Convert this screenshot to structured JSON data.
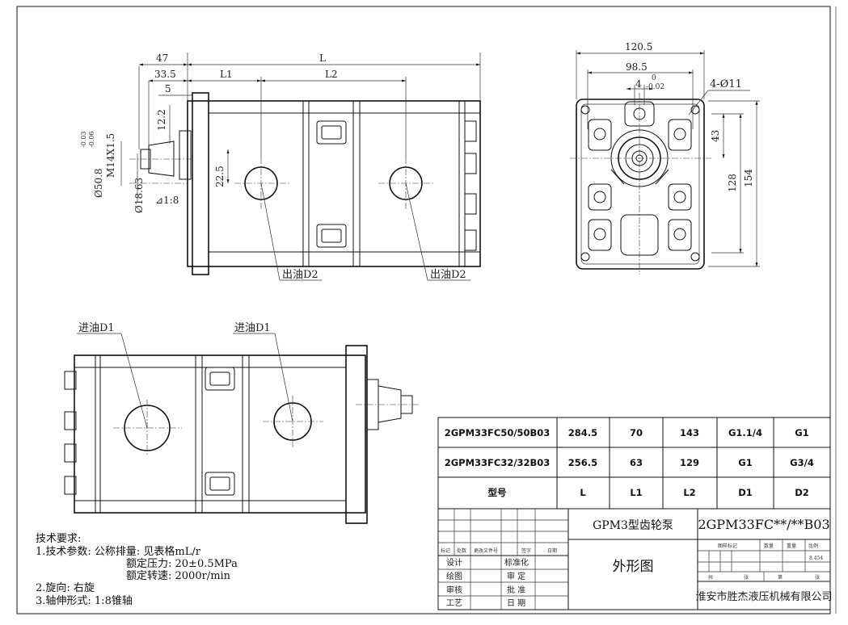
{
  "front_view": {
    "dim_top_47": "47",
    "dim_top_L": "L",
    "dim_33_5": "33.5",
    "dim_5": "5",
    "dim_L1": "L1",
    "dim_L2": "L2",
    "dim_12_2": "12.2",
    "dim_tol_upper": "-0.03",
    "dim_tol_lower": "-0.06",
    "dim_M14": "M14X1.5",
    "dim_phi50": "Ø50.8",
    "dim_phi18": "Ø18.63",
    "dim_taper": "⊿1:8",
    "dim_22_5": "22.5",
    "outlet_label_1": "出油D2",
    "outlet_label_2": "出油D2"
  },
  "side_view": {
    "dim_120_5": "120.5",
    "dim_98_5": "98.5",
    "dim_4": "4",
    "tol_upper": "0",
    "tol_lower": "-0.02",
    "dim_holes": "4-Ø11",
    "dim_43": "43",
    "dim_128": "128",
    "dim_154": "154"
  },
  "bottom_view": {
    "inlet_label_1": "进油D1",
    "inlet_label_2": "进油D1"
  },
  "spec_table": {
    "rows": [
      [
        "2GPM33FC50/50B03",
        "284.5",
        "70",
        "143",
        "G1.1/4",
        "G1"
      ],
      [
        "2GPM33FC32/32B03",
        "256.5",
        "63",
        "129",
        "G1",
        "G3/4"
      ],
      [
        "型号",
        "L",
        "L1",
        "L2",
        "D1",
        "D2"
      ]
    ]
  },
  "title_block": {
    "product_name": "GPM3型齿轮泵",
    "model_code": "2GPM33FC**/**B03",
    "drawing_name": "外形图",
    "company": "淮安市胜杰液压机械有限公司",
    "rev_headers": [
      "标记",
      "处数",
      "更改文件号",
      "签字",
      "日期"
    ],
    "design": "设计",
    "standardize": "标准化",
    "draw": "绘图",
    "review": "审 定",
    "check": "审核",
    "approve": "批 准",
    "process": "工艺",
    "date": "日 期",
    "stage_mark": "图样标记",
    "quantity": "数量",
    "weight": "重量",
    "scale": "比例",
    "scale_value": "8.454",
    "total": "共",
    "sheets": "张",
    "sheet_no": "第",
    "sheet_unit": "张"
  },
  "notes": {
    "heading": "技术要求:",
    "line1": "1.技术参数: 公称排量: 见表格mL/r",
    "line2": "额定压力: 20±0.5MPa",
    "line3": "额定转速: 2000r/min",
    "line4": "2.旋向: 右旋",
    "line5": "3.轴伸形式: 1:8锥轴"
  }
}
